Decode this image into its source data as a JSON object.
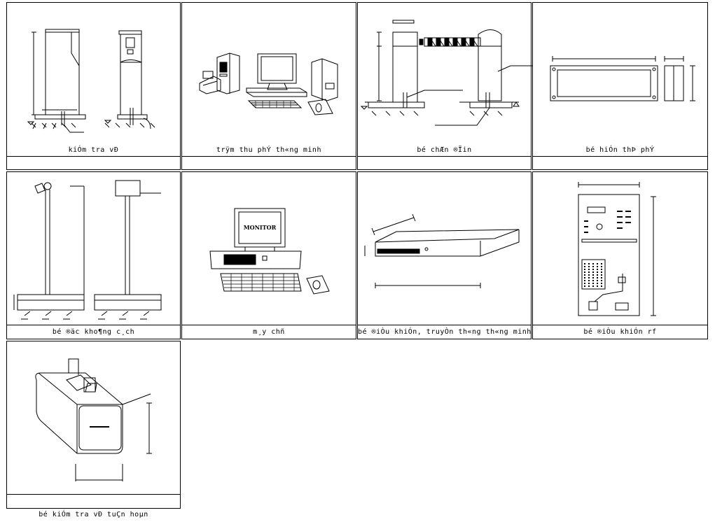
{
  "panels": [
    {
      "id": "ticket-check",
      "caption": "kiÓm tra vÐ"
    },
    {
      "id": "toll-station",
      "caption": "trÿm thu phÝ th«ng minh"
    },
    {
      "id": "barrier",
      "caption": "bé chÆn ®Ïin"
    },
    {
      "id": "fee-display",
      "caption": "bé hiÓn thÞ phÝ"
    },
    {
      "id": "distance-sensor",
      "caption": "bé ®äc kho¶ng c¸ch"
    },
    {
      "id": "host-computer",
      "caption": "m¸y chñ",
      "monitor_label": "MONITOR"
    },
    {
      "id": "smart-controller",
      "caption": "bé ®iÒu khiÓn, truyÒn th«ng th«ng minh"
    },
    {
      "id": "rf-controller",
      "caption": "bé ®iÒu khiÓn rf"
    },
    {
      "id": "cyclic-ticket-check",
      "caption": "bé kiÓm tra vÐ tuÇn hoµn"
    }
  ]
}
